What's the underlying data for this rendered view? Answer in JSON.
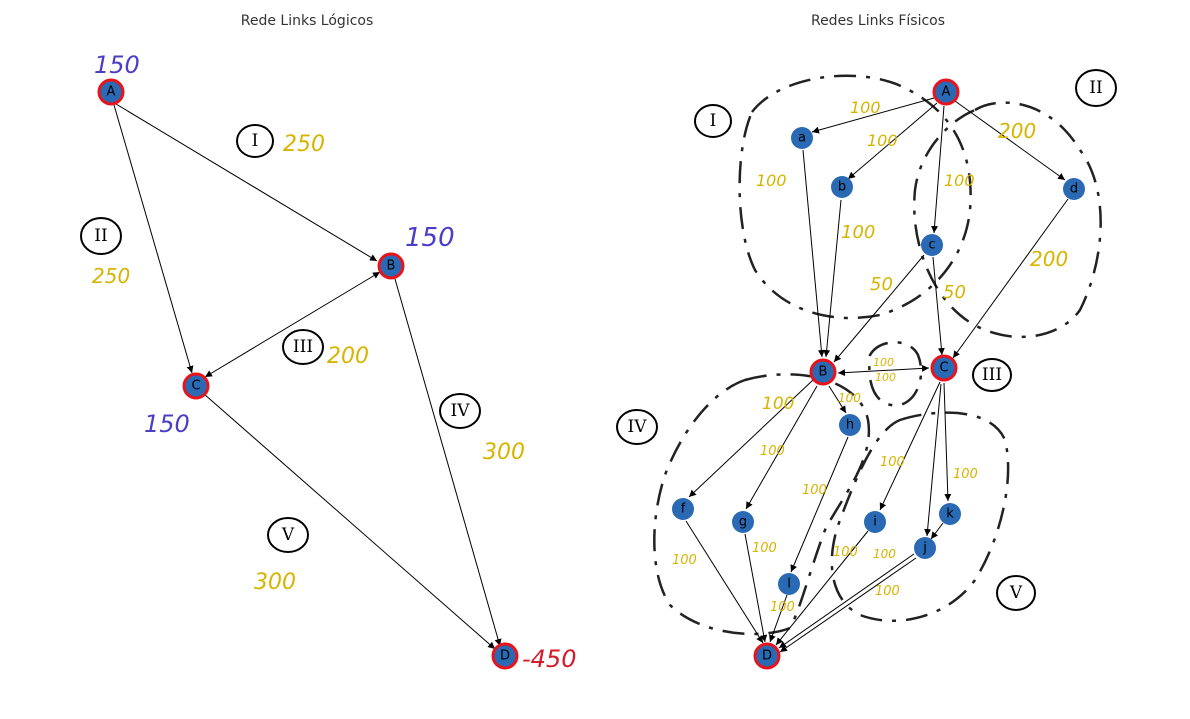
{
  "left": {
    "title": "Rede Links Lógicos",
    "nodes": {
      "A": "A",
      "B": "B",
      "C": "C",
      "D": "D"
    },
    "supplies": {
      "A": "150",
      "B": "150",
      "C": "150",
      "D": "-450"
    },
    "groups": [
      {
        "roman": "I",
        "cap": "250"
      },
      {
        "roman": "II",
        "cap": "250"
      },
      {
        "roman": "III",
        "cap": "200"
      },
      {
        "roman": "IV",
        "cap": "300"
      },
      {
        "roman": "V",
        "cap": "300"
      }
    ]
  },
  "right": {
    "title": "Redes Links Físicos",
    "major_nodes": {
      "A": "A",
      "B": "B",
      "C": "C",
      "D": "D"
    },
    "minor_nodes": {
      "a": "a",
      "b": "b",
      "c": "c",
      "d": "d",
      "f": "f",
      "g": "g",
      "h": "h",
      "i": "i",
      "j": "j",
      "k": "k",
      "l": "l"
    },
    "groups": [
      "I",
      "II",
      "III",
      "IV",
      "V"
    ],
    "caps": {
      "Aa": "100",
      "Ab": "100",
      "Ac": "100",
      "Ad": "200",
      "aB": "100",
      "bB": "100",
      "cB": "50",
      "cC": "50",
      "dC": "200",
      "BC_top": "100",
      "BC_bot": "100",
      "Bf": "100",
      "Bg": "100",
      "Bh": "100",
      "fD": "100",
      "gD": "100",
      "hl": "100",
      "lD": "100",
      "Ci": "100",
      "Ck": "100",
      "iD": "100",
      "kj": "100",
      "jD": "100",
      "jD2": "100"
    }
  }
}
